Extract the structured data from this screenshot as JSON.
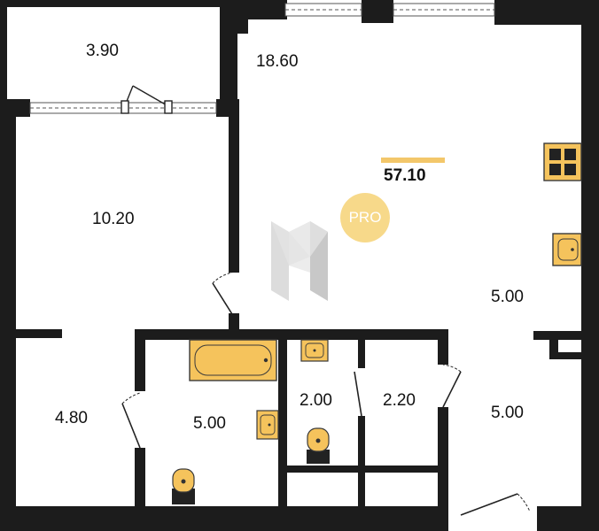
{
  "total_area": "57.10",
  "badge": "PRO",
  "rooms": [
    {
      "id": "balcony",
      "area": "3.90"
    },
    {
      "id": "living",
      "area": "18.60"
    },
    {
      "id": "bedroom",
      "area": "10.20"
    },
    {
      "id": "kitchen-niche",
      "area": "5.00"
    },
    {
      "id": "wardrobe",
      "area": "4.80"
    },
    {
      "id": "bathroom",
      "area": "5.00"
    },
    {
      "id": "wc",
      "area": "2.00"
    },
    {
      "id": "storage",
      "area": "2.20"
    },
    {
      "id": "hallway",
      "area": "5.00"
    }
  ],
  "colors": {
    "wall": "#1c1c1c",
    "fixture": "#f5c35c",
    "fixture_stroke": "#3a3a3a",
    "badge": "#f7d98a",
    "accent_bar": "#f3c76a",
    "logo_light": "#ececec",
    "logo_mid": "#dcdcdc",
    "logo_dark": "#c8c8c8"
  },
  "icons": [
    "stove-icon",
    "sink-icon",
    "bathtub-icon",
    "toilet-icon",
    "washbasin-icon",
    "logo-icon"
  ]
}
